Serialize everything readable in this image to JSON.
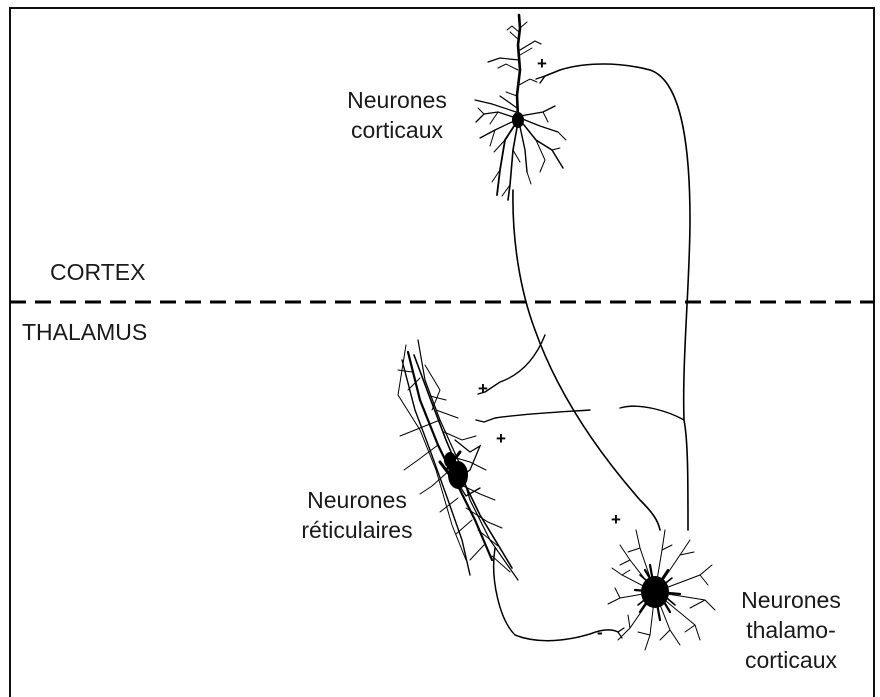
{
  "regions": {
    "top": "CORTEX",
    "bottom": "THALAMUS"
  },
  "neurons": {
    "cortical": {
      "line1": "Neurones",
      "line2": "corticaux"
    },
    "reticular": {
      "line1": "Neurones",
      "line2": "réticulaires"
    },
    "thalamocortical": {
      "line1": "Neurones",
      "line2": "thalamo-",
      "line3": "corticaux"
    }
  },
  "synapse_signs": {
    "cortex_top": "+",
    "reticular_upper": "+",
    "reticular_lower": "+",
    "thalamic_input": "+",
    "reticular_to_thalamic": "-"
  },
  "colors": {
    "line": "#000000",
    "text": "#1a1a1a"
  }
}
